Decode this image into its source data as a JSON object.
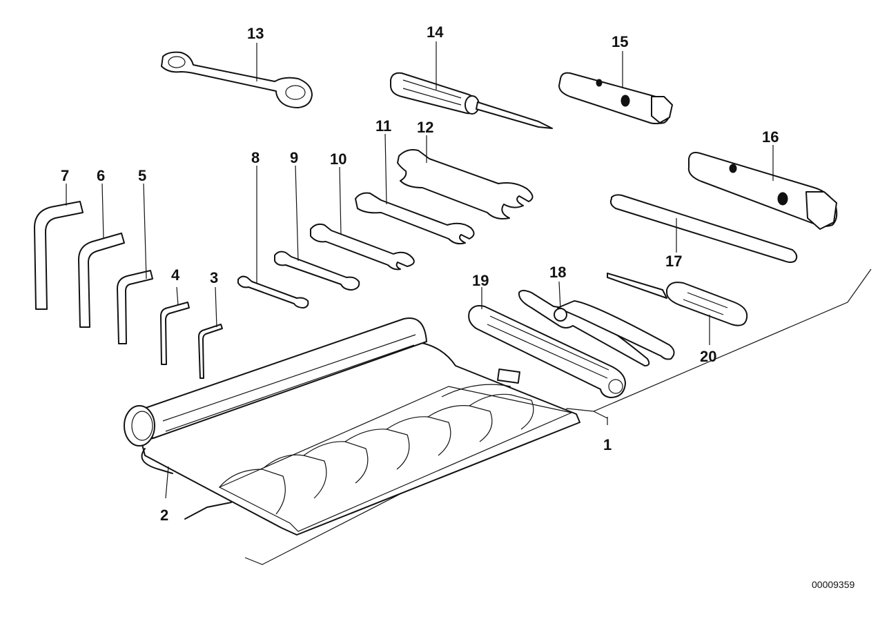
{
  "diagram": {
    "document_number": "00009359",
    "callouts": {
      "c1": "1",
      "c2": "2",
      "c3": "3",
      "c4": "4",
      "c5": "5",
      "c6": "6",
      "c7": "7",
      "c8": "8",
      "c9": "9",
      "c10": "10",
      "c11": "11",
      "c12": "12",
      "c13": "13",
      "c14": "14",
      "c15": "15",
      "c16": "16",
      "c17": "17",
      "c18": "18",
      "c19": "19",
      "c20": "20"
    },
    "parts": [
      {
        "ref": "1",
        "icon": "tool-kit-base-icon"
      },
      {
        "ref": "2",
        "icon": "tool-roll-bag-icon"
      },
      {
        "ref": "3",
        "icon": "hex-key-icon"
      },
      {
        "ref": "4",
        "icon": "hex-key-icon"
      },
      {
        "ref": "5",
        "icon": "hex-key-icon"
      },
      {
        "ref": "6",
        "icon": "hex-key-icon"
      },
      {
        "ref": "7",
        "icon": "hex-key-icon"
      },
      {
        "ref": "8",
        "icon": "open-end-wrench-icon"
      },
      {
        "ref": "9",
        "icon": "open-end-wrench-icon"
      },
      {
        "ref": "10",
        "icon": "open-end-wrench-icon"
      },
      {
        "ref": "11",
        "icon": "open-end-wrench-icon"
      },
      {
        "ref": "12",
        "icon": "open-end-wrench-icon"
      },
      {
        "ref": "13",
        "icon": "combination-wrench-icon"
      },
      {
        "ref": "14",
        "icon": "screwdriver-icon"
      },
      {
        "ref": "15",
        "icon": "socket-wrench-icon"
      },
      {
        "ref": "16",
        "icon": "socket-wrench-icon"
      },
      {
        "ref": "17",
        "icon": "tommy-bar-icon"
      },
      {
        "ref": "18",
        "icon": "pliers-icon"
      },
      {
        "ref": "19",
        "icon": "hook-wrench-icon"
      },
      {
        "ref": "20",
        "icon": "screwdriver-icon"
      }
    ]
  }
}
